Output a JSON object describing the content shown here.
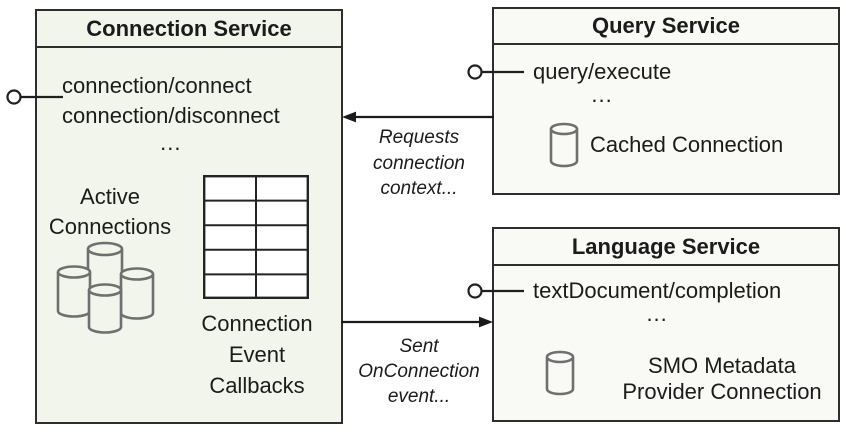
{
  "connection_service": {
    "title": "Connection Service",
    "methods": [
      "connection/connect",
      "connection/disconnect"
    ],
    "ellipsis": "...",
    "active_connections": [
      "Active",
      "Connections"
    ],
    "callbacks": [
      "Connection",
      "Event",
      "Callbacks"
    ]
  },
  "query_service": {
    "title": "Query Service",
    "method": "query/execute",
    "ellipsis": "...",
    "store": "Cached Connection"
  },
  "language_service": {
    "title": "Language Service",
    "method": "textDocument/completion",
    "ellipsis": "...",
    "store": [
      "SMO Metadata",
      "Provider Connection"
    ]
  },
  "arrows": {
    "requests_context": [
      "Requests",
      "connection",
      "context..."
    ],
    "sent_event": [
      "Sent",
      "OnConnection",
      "event..."
    ]
  },
  "colors": {
    "connection_box_fill": "#f2f5eb",
    "service_box_fill": "#f9f9f6",
    "border": "#2e2e2e",
    "cylinder_stroke": "#6f6f6f",
    "text": "#1b1b1b"
  }
}
